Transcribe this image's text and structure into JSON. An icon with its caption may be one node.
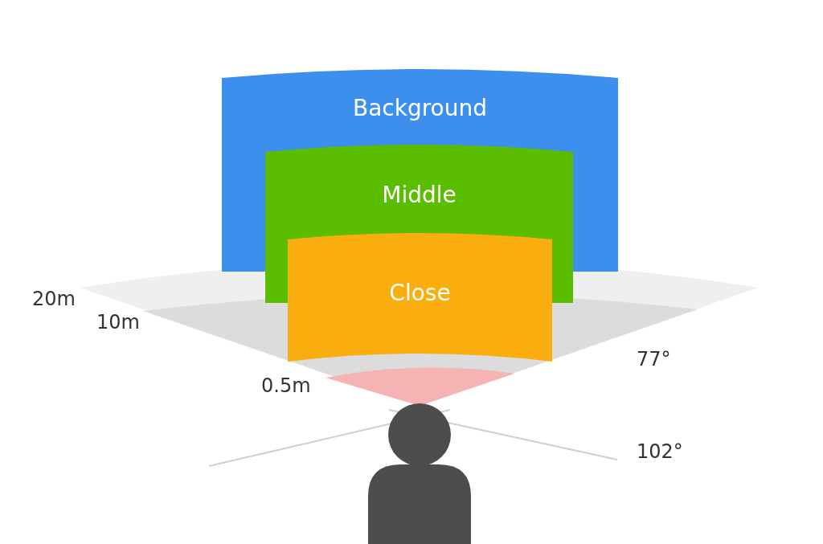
{
  "diagram": {
    "nodes": [
      {
        "text": [
          "Background"
        ]
      },
      {
        "text": [
          "Middle"
        ]
      },
      {
        "text": [
          "Close"
        ]
      }
    ],
    "labels": [
      "20m",
      "10m",
      "0.5m",
      "77°",
      "102°"
    ]
  }
}
